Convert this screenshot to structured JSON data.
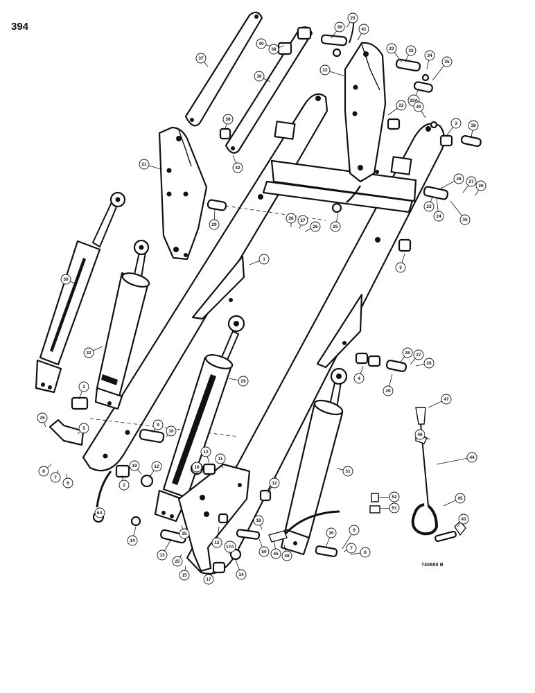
{
  "page_number": "394",
  "drawing_code": "740680 B",
  "callouts": [
    {
      "id": "c25a",
      "label": "25"
    },
    {
      "id": "c41",
      "label": "41"
    },
    {
      "id": "c39",
      "label": "39"
    },
    {
      "id": "c40a",
      "label": "40"
    },
    {
      "id": "c38a",
      "label": "38"
    },
    {
      "id": "c37",
      "label": "37"
    },
    {
      "id": "c36",
      "label": "36"
    },
    {
      "id": "c22a",
      "label": "22"
    },
    {
      "id": "c22b",
      "label": "22"
    },
    {
      "id": "c33",
      "label": "33"
    },
    {
      "id": "c34",
      "label": "34"
    },
    {
      "id": "c35a",
      "label": "35"
    },
    {
      "id": "c33a",
      "label": "33A"
    },
    {
      "id": "c23a",
      "label": "23"
    },
    {
      "id": "c40b",
      "label": "40"
    },
    {
      "id": "c3a",
      "label": "3"
    },
    {
      "id": "c38b",
      "label": "38"
    },
    {
      "id": "c38c",
      "label": "38"
    },
    {
      "id": "c42",
      "label": "42"
    },
    {
      "id": "c21",
      "label": "21"
    },
    {
      "id": "c28a",
      "label": "28"
    },
    {
      "id": "c27a",
      "label": "27"
    },
    {
      "id": "c26a",
      "label": "26"
    },
    {
      "id": "c23b",
      "label": "23"
    },
    {
      "id": "c24",
      "label": "24"
    },
    {
      "id": "c35b",
      "label": "35"
    },
    {
      "id": "c29a",
      "label": "29"
    },
    {
      "id": "c28b",
      "label": "28"
    },
    {
      "id": "c27b",
      "label": "27"
    },
    {
      "id": "c26b",
      "label": "26"
    },
    {
      "id": "c25b",
      "label": "25"
    },
    {
      "id": "c1",
      "label": "1"
    },
    {
      "id": "c3b",
      "label": "3"
    },
    {
      "id": "c30",
      "label": "30"
    },
    {
      "id": "c32",
      "label": "32"
    },
    {
      "id": "c28c",
      "label": "28"
    },
    {
      "id": "c27c",
      "label": "27"
    },
    {
      "id": "c26c",
      "label": "26"
    },
    {
      "id": "c4",
      "label": "4"
    },
    {
      "id": "c29b",
      "label": "29"
    },
    {
      "id": "c29c",
      "label": "29"
    },
    {
      "id": "c3c",
      "label": "3"
    },
    {
      "id": "c47",
      "label": "47"
    },
    {
      "id": "c25c",
      "label": "25"
    },
    {
      "id": "c5",
      "label": "5"
    },
    {
      "id": "c9",
      "label": "9"
    },
    {
      "id": "c10",
      "label": "10"
    },
    {
      "id": "c46",
      "label": "46"
    },
    {
      "id": "c8a",
      "label": "8"
    },
    {
      "id": "c7a",
      "label": "7"
    },
    {
      "id": "c6a",
      "label": "6"
    },
    {
      "id": "c2",
      "label": "2"
    },
    {
      "id": "c19",
      "label": "19"
    },
    {
      "id": "c12a",
      "label": "12"
    },
    {
      "id": "c16",
      "label": "16"
    },
    {
      "id": "c12b",
      "label": "12"
    },
    {
      "id": "c11",
      "label": "11"
    },
    {
      "id": "c31",
      "label": "31"
    },
    {
      "id": "c44",
      "label": "44"
    },
    {
      "id": "c12c",
      "label": "12"
    },
    {
      "id": "c45a",
      "label": "45"
    },
    {
      "id": "c52",
      "label": "52"
    },
    {
      "id": "c51",
      "label": "51"
    },
    {
      "id": "c43",
      "label": "43"
    },
    {
      "id": "c6b",
      "label": "6A"
    },
    {
      "id": "c14a",
      "label": "14"
    },
    {
      "id": "c35c",
      "label": "35"
    },
    {
      "id": "c18",
      "label": "18"
    },
    {
      "id": "c12d",
      "label": "12"
    },
    {
      "id": "c50",
      "label": "50"
    },
    {
      "id": "c45b",
      "label": "45"
    },
    {
      "id": "c48",
      "label": "48"
    },
    {
      "id": "c30b",
      "label": "30"
    },
    {
      "id": "c6c",
      "label": "6"
    },
    {
      "id": "c7b",
      "label": "7"
    },
    {
      "id": "c8b",
      "label": "8"
    },
    {
      "id": "c13",
      "label": "13"
    },
    {
      "id": "c25d",
      "label": "25"
    },
    {
      "id": "c15",
      "label": "15"
    },
    {
      "id": "c17a",
      "label": "17A"
    },
    {
      "id": "c17",
      "label": "17"
    },
    {
      "id": "c14b",
      "label": "14"
    }
  ]
}
